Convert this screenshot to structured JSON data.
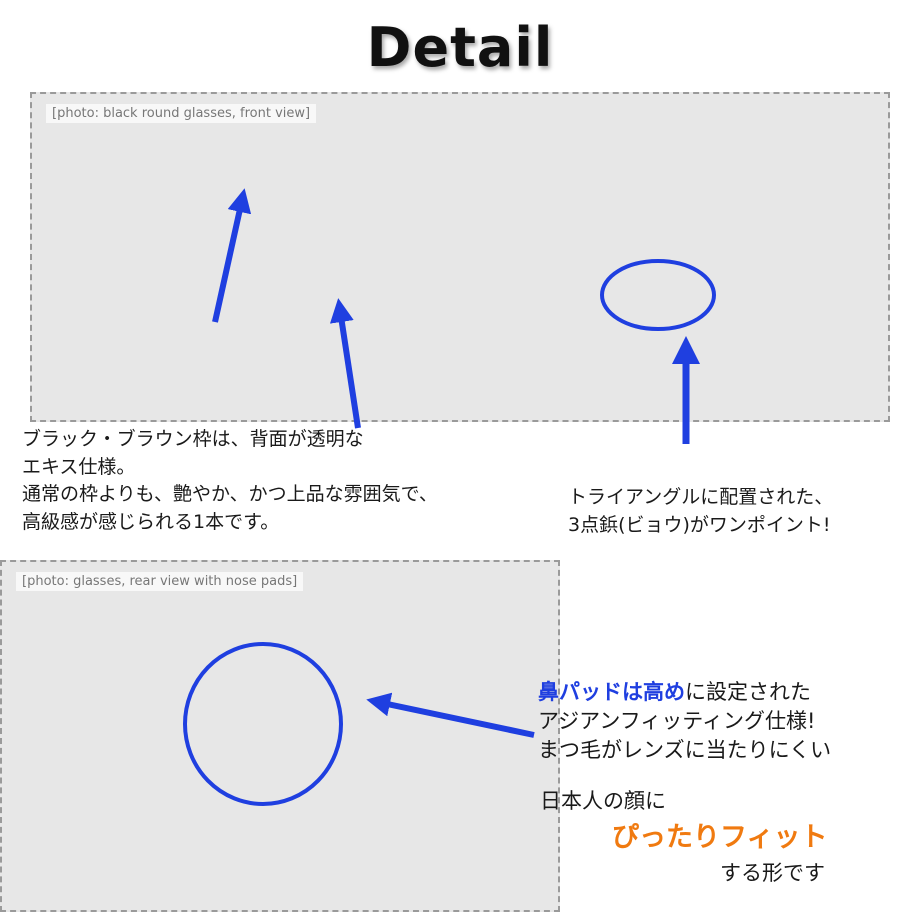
{
  "title": "Detail",
  "photos": {
    "top_label": "[photo: black round glasses, front view]",
    "bottom_label": "[photo: glasses, rear view with nose pads]"
  },
  "frame_description": {
    "line1": "ブラック・ブラウン枠は、背面が透明な",
    "line2": "エキス仕様。",
    "line3": "通常の枠よりも、艶やか、かつ上品な雰囲気で、",
    "line4": "高級感が感じられる1本です。"
  },
  "rivet_note": {
    "line1": "トライアングルに配置された、",
    "line2": "3点鋲(ビョウ)がワンポイント!"
  },
  "nose_pad_note": {
    "emphasis": "鼻パッドは高め",
    "line1_rest": "に設定された",
    "line2": "アジアンフィッティング仕様!",
    "line3": "まつ毛がレンズに当たりにくい"
  },
  "fit_note": {
    "line1": "日本人の顔に",
    "emphasis": "ぴったりフィット",
    "line3": "する形です"
  },
  "colors": {
    "arrow_blue": "#1f3fe0",
    "emphasis_orange": "#f07a10"
  }
}
